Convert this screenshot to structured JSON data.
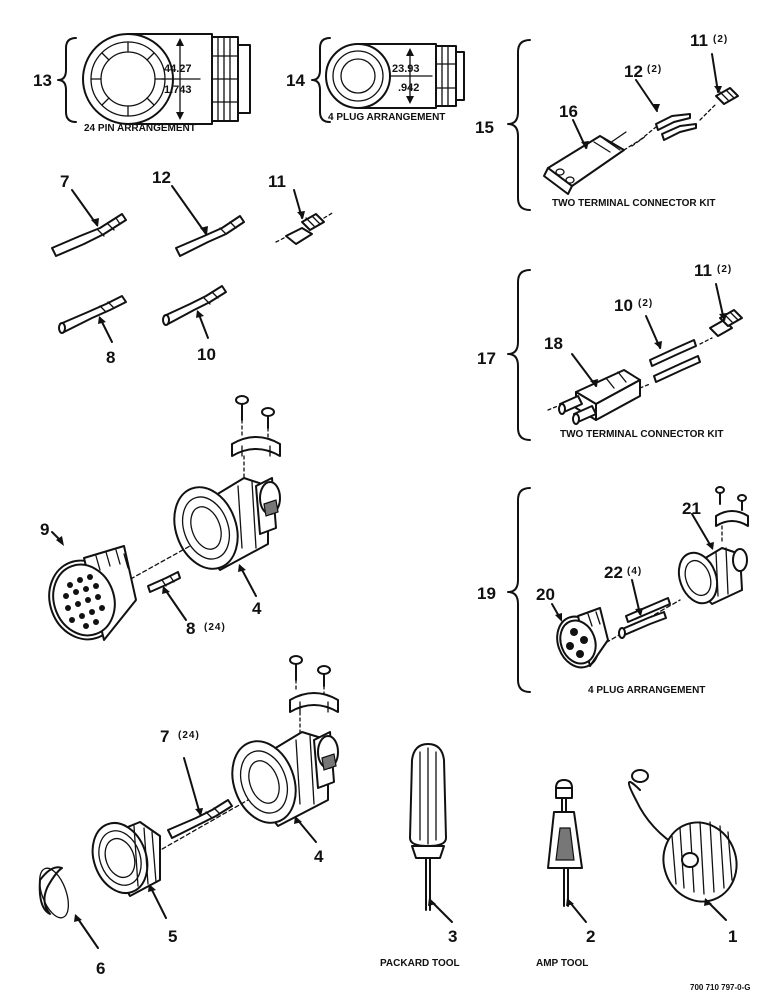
{
  "callouts": {
    "c13": "13",
    "c14": "14",
    "c15": "15",
    "c16": "16",
    "c17": "17",
    "c18": "18",
    "c19": "19",
    "c20": "20",
    "c21": "21",
    "c22": "22",
    "c7a": "7",
    "c12a": "12",
    "c11a": "11",
    "c8a": "8",
    "c10a": "10",
    "c11b": "11",
    "c12b": "12",
    "c11c": "11",
    "c10b": "10",
    "c9": "9",
    "c8b": "8",
    "c4a": "4",
    "c7b": "7",
    "c4b": "4",
    "c5": "5",
    "c6": "6",
    "c3": "3",
    "c2": "2",
    "c1": "1"
  },
  "quantities": {
    "q11b": "(2)",
    "q12b": "(2)",
    "q11c": "(2)",
    "q10b": "(2)",
    "q22": "(4)",
    "q8b": "(24)",
    "q7b": "(24)"
  },
  "dimensions": {
    "d13_top": "44.27",
    "d13_bottom": "1.743",
    "d14_top": "23.93",
    "d14_bottom": ".942"
  },
  "captions": {
    "pin24": "24 PIN ARRANGEMENT",
    "plug4_top": "4 PLUG ARRANGEMENT",
    "two_term_1": "TWO TERMINAL CONNECTOR KIT",
    "two_term_2": "TWO TERMINAL CONNECTOR KIT",
    "plug4_bottom": "4 PLUG ARRANGEMENT",
    "packard_tool": "PACKARD TOOL",
    "amp_tool": "AMP TOOL"
  },
  "drawing_ref": "700 710 797-0-G"
}
